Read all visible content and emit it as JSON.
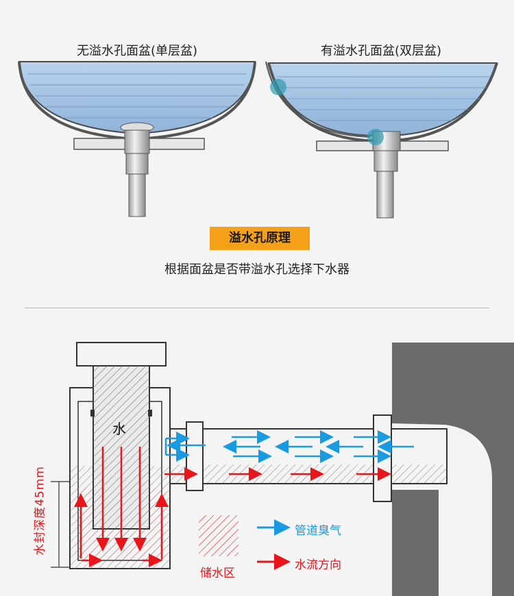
{
  "top": {
    "left_basin_title": "无溢水孔面盆(单层盆)",
    "right_basin_title": "有溢水孔面盆(双层盆)",
    "badge": "溢水孔原理",
    "subtitle": "根据面盆是否带溢水孔选择下水器"
  },
  "bottom": {
    "water_label": "水",
    "seal_depth_label": "水封深度45mm",
    "legend": {
      "storage": "储水区",
      "pipe_odor": "管道臭气",
      "water_flow": "水流方向"
    }
  },
  "colors": {
    "water": "#a9c8e6",
    "badge": "#f5a019",
    "flow_arrow": "#e8161b",
    "odor_arrow": "#1a9ae0",
    "wall": "#6b6b6b",
    "overflow_highlight": "#2e9bb1"
  }
}
